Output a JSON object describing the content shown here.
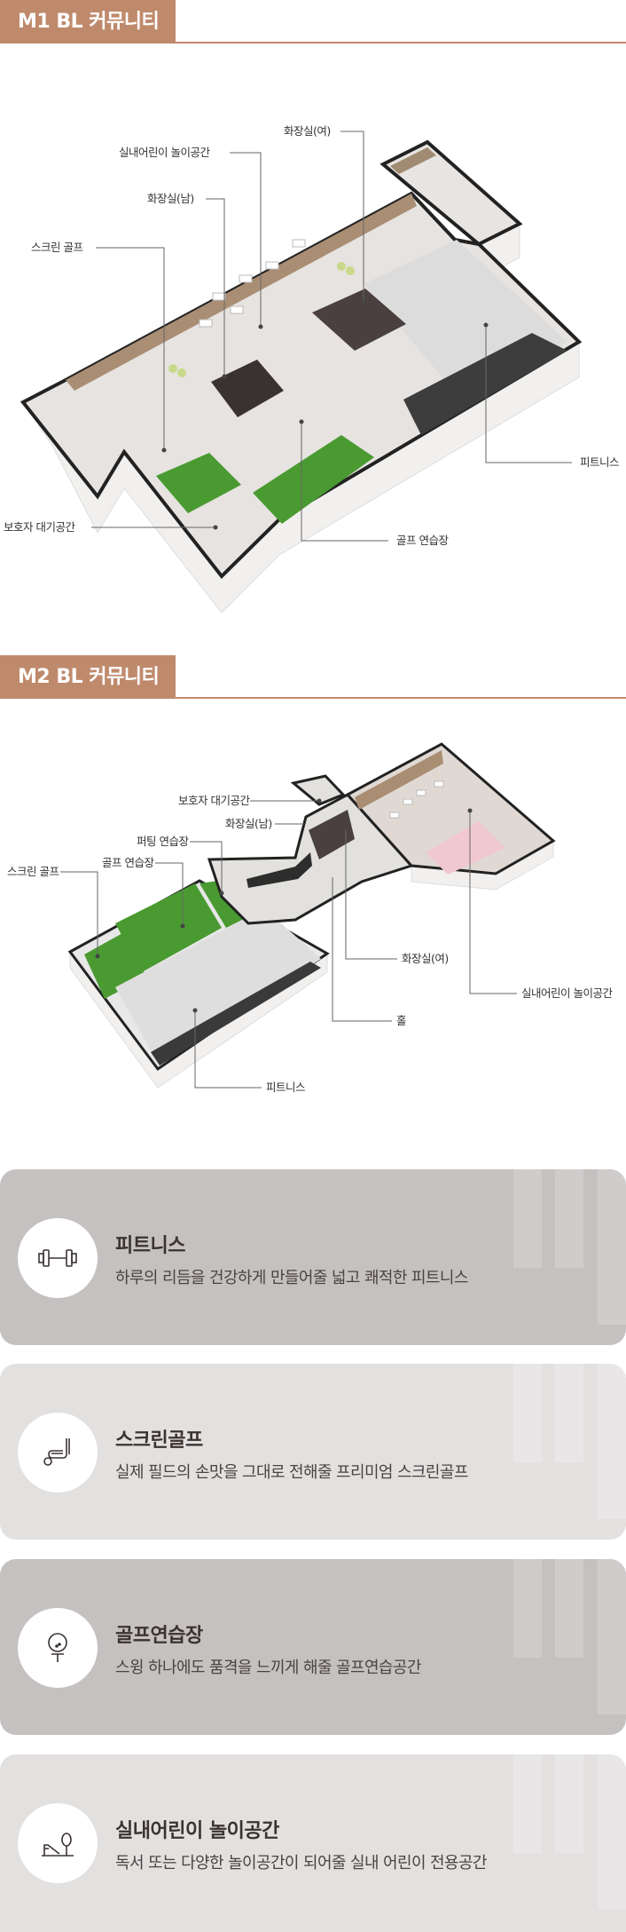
{
  "m1": {
    "title": "M1 BL 커뮤니티",
    "labels": {
      "toilet_f": "화장실(여)",
      "kids": "실내어린이 놀이공간",
      "toilet_m": "화장실(남)",
      "screen_golf": "스크린 골프",
      "fitness": "피트니스",
      "guardian": "보호자 대기공간",
      "golf_range": "골프 연습장"
    }
  },
  "m2": {
    "title": "M2 BL 커뮤니티",
    "labels": {
      "guardian": "보호자 대기공간",
      "toilet_m": "화장실(남)",
      "putting": "퍼팅 연습장",
      "golf_range": "골프 연습장",
      "screen_golf": "스크린 골프",
      "toilet_f": "화장실(여)",
      "kids": "실내어린이 놀이공간",
      "hall": "홀",
      "fitness": "피트니스"
    }
  },
  "cards": [
    {
      "icon": "dumbbell-icon",
      "title": "피트니스",
      "desc": "하루의 리듬을 건강하게 만들어줄 넓고 쾌적한 피트니스"
    },
    {
      "icon": "golf-club-icon",
      "title": "스크린골프",
      "desc": "실제 필드의 손맛을 그대로 전해줄 프리미엄 스크린골프"
    },
    {
      "icon": "golf-ball-tee-icon",
      "title": "골프연습장",
      "desc": "스윙 하나에도 품격을 느끼게 해줄 골프연습공간"
    },
    {
      "icon": "playground-icon",
      "title": "실내어린이 놀이공간",
      "desc": "독서 또는 다양한 놀이공간이 되어줄 실내 어린이 전용공간"
    }
  ],
  "colors": {
    "accent": "#bf8a6c",
    "card_dark": "#c6c1c1",
    "card_light": "#e3e0e0",
    "text": "#3b3333"
  }
}
